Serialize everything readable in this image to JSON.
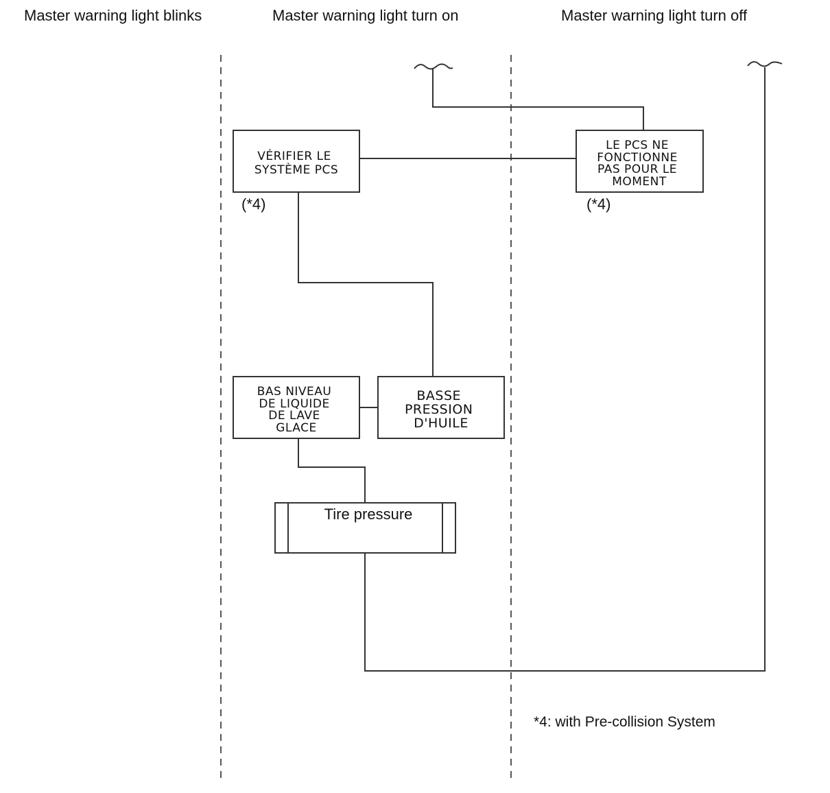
{
  "columns": {
    "blinks": "Master warning light blinks",
    "turn_on": "Master warning light turn on",
    "turn_off": "Master warning light turn off"
  },
  "boxes": {
    "verifier": [
      "VÉRIFIER LE",
      "SYSTÈME PCS"
    ],
    "pcs_ne": [
      "LE PCS NE",
      "FONCTIONNE",
      "PAS POUR LE",
      "MOMENT"
    ],
    "bas_niveau": [
      "BAS NIVEAU",
      "DE LIQUIDE",
      "DE LAVE",
      "GLACE"
    ],
    "basse_pression": [
      "BASSE",
      "PRESSION",
      "D'HUILE"
    ],
    "tire_pressure": "Tire pressure"
  },
  "notes": {
    "verifier_ref": "(*4)",
    "pcs_ne_ref": "(*4)",
    "footnote": "*4: with Pre-collision System"
  }
}
